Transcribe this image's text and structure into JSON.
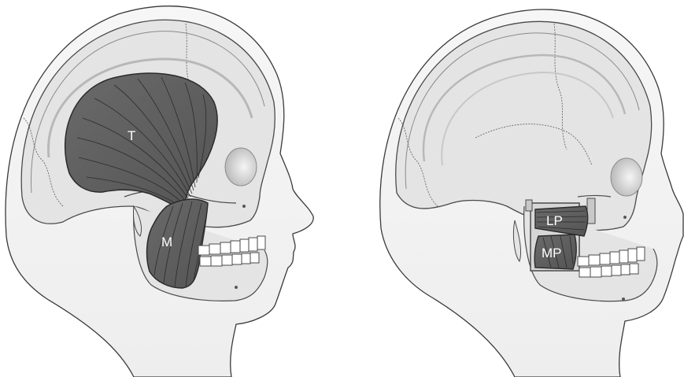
{
  "left_panel": {
    "temporalis_label": "T",
    "masseter_label": "M"
  },
  "right_panel": {
    "lateral_pterygoid_label": "LP",
    "medial_pterygoid_label": "MP"
  },
  "colors": {
    "skin": "#f2f2f2",
    "bone": "#e3e3e3",
    "outline": "#3a3a3a",
    "muscle": "#606060",
    "muscle_fiber": "#2b2b2b"
  }
}
